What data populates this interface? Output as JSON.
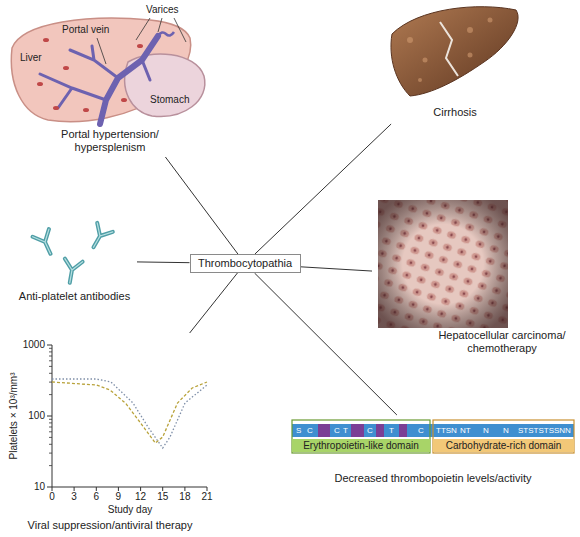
{
  "diagram": {
    "nodes": [
      {
        "text": [
          "Portal hypertension/ hypersplenism"
        ]
      },
      {
        "text": [
          "Cirrhosis"
        ]
      },
      {
        "text": [
          "Anti-platelet antibodies"
        ]
      },
      {
        "text": [
          "Thrombocytopathia"
        ]
      },
      {
        "text": [
          "Hepatocellular carcinoma/ chemotherapy"
        ]
      },
      {
        "text": [
          "Viral suppression/antiviral therapy"
        ]
      },
      {
        "text": [
          "Decreased thrombopoietin levels/activity"
        ]
      },
      {
        "text": [
          "Erythropoietin-like domain"
        ],
        "in": 6
      },
      {
        "text": [
          "Carbohydrate-rich domain"
        ],
        "in": 6
      }
    ],
    "edges": [
      {
        "from": 3,
        "to": 0,
        "arrow": "none"
      },
      {
        "from": 3,
        "to": 1,
        "arrow": "none"
      },
      {
        "from": 3,
        "to": 2,
        "arrow": "none"
      },
      {
        "from": 3,
        "to": 4,
        "arrow": "none"
      },
      {
        "from": 3,
        "to": 5,
        "arrow": "none"
      },
      {
        "from": 3,
        "to": 6,
        "arrow": "none"
      }
    ],
    "labels": [
      "Liver",
      "Portal vein",
      "Varices",
      "Stomach",
      "1000",
      "100",
      "10",
      "Platelets × 10³/mm³",
      "0",
      "3",
      "6",
      "9",
      "12",
      "15",
      "18",
      "21",
      "Study day",
      "S",
      "C",
      "C",
      "T",
      "C",
      "T",
      "C",
      "TTSN",
      "NT",
      "N",
      "N",
      "STSTSTSSNN"
    ]
  }
}
